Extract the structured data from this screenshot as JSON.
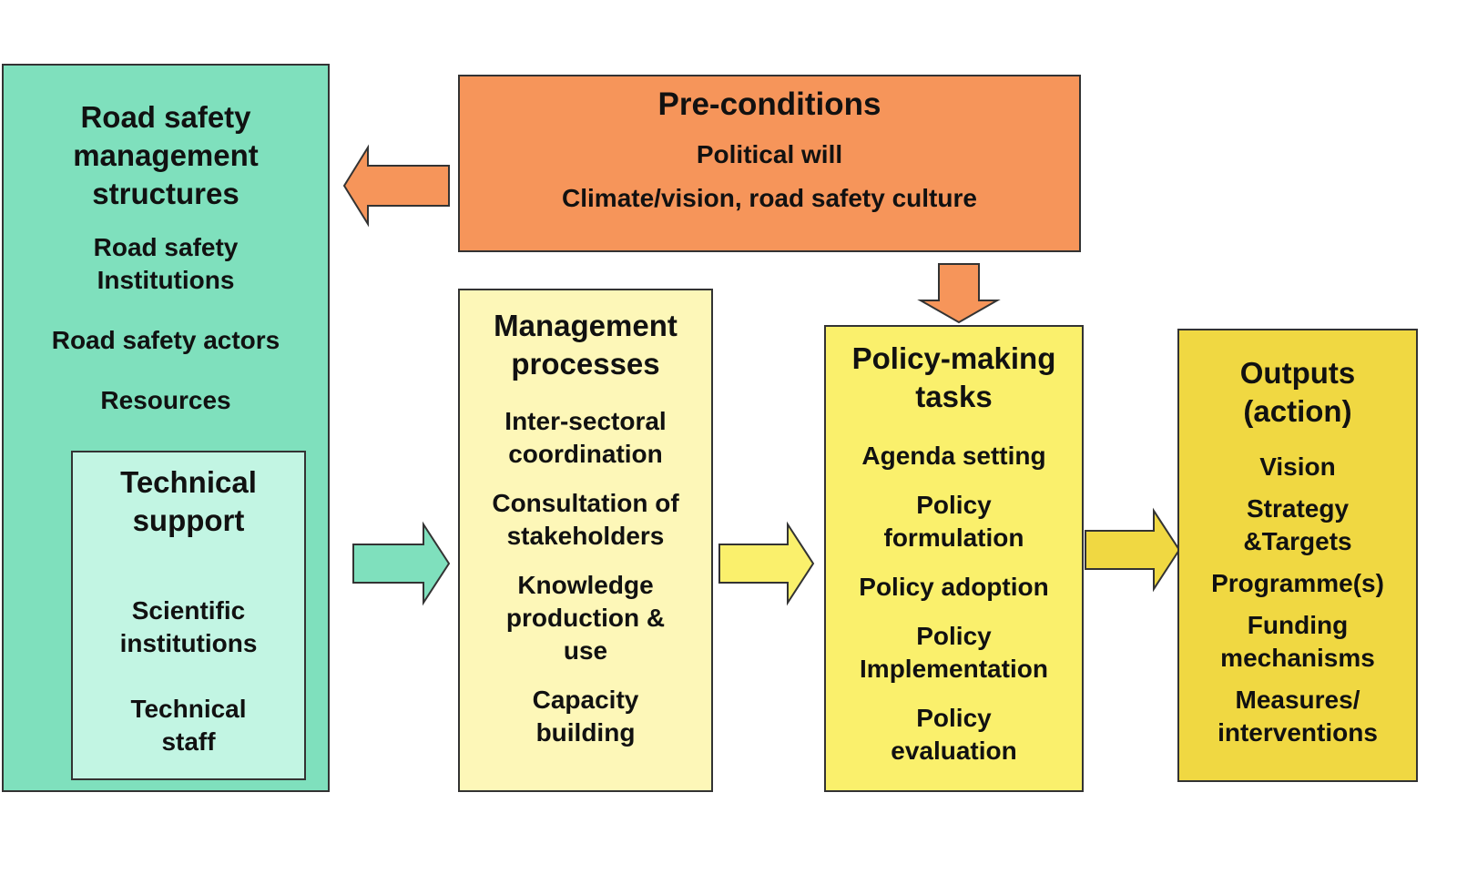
{
  "structures": {
    "title": "Road safety\nmanagement\nstructures",
    "items": [
      "Road safety\nInstitutions",
      "Road safety actors",
      "Resources"
    ]
  },
  "technical_support": {
    "title": "Technical\nsupport",
    "items": [
      "Scientific\ninstitutions",
      "Technical\nstaff"
    ]
  },
  "preconditions": {
    "title": "Pre-conditions",
    "items": [
      "Political will",
      "Climate/vision, road safety culture"
    ]
  },
  "management_processes": {
    "title": "Management\nprocesses",
    "items": [
      "Inter-sectoral\ncoordination",
      "Consultation of\nstakeholders",
      "Knowledge\nproduction &\nuse",
      "Capacity\nbuilding"
    ]
  },
  "policy_making": {
    "title": "Policy-making\ntasks",
    "items": [
      "Agenda setting",
      "Policy\nformulation",
      "Policy adoption",
      "Policy\nImplementation",
      "Policy\nevaluation"
    ]
  },
  "outputs": {
    "title": "Outputs\n(action)",
    "items": [
      "Vision",
      "Strategy\n&Targets",
      "Programme(s)",
      "Funding\nmechanisms",
      "Measures/\ninterventions"
    ]
  },
  "colors": {
    "structures": "#7fe0bd",
    "technical_support": "#c2f5e3",
    "preconditions": "#f6955a",
    "management_processes": "#fdf7b8",
    "policy_making": "#faf06c",
    "outputs": "#f0d842"
  }
}
